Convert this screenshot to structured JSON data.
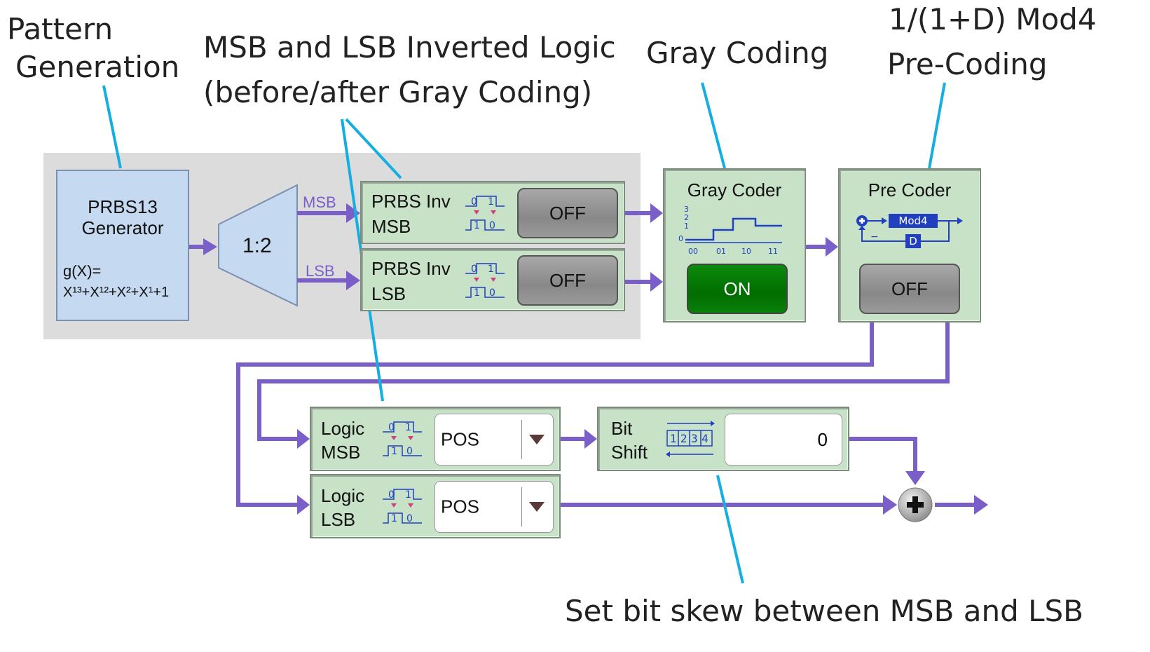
{
  "annotations": {
    "pattern_generation_l1": "Pattern",
    "pattern_generation_l2": "Generation",
    "inverted_logic_l1": "MSB and LSB Inverted Logic",
    "inverted_logic_l2": "(before/after Gray Coding)",
    "gray_coding": "Gray Coding",
    "precoding_l1": "1/(1+D) Mod4",
    "precoding_l2": "Pre-Coding",
    "bit_skew": "Set bit skew between MSB and LSB"
  },
  "generator": {
    "title_l1": "PRBS13",
    "title_l2": "Generator",
    "poly_l1": "g(X)=",
    "poly_l2": "X¹³+X¹²+X²+X¹+1"
  },
  "demux": {
    "label": "1:2",
    "msb_label": "MSB",
    "lsb_label": "LSB"
  },
  "prbs_inv_msb": {
    "label_l1": "PRBS Inv",
    "label_l2": "MSB",
    "button": "OFF"
  },
  "prbs_inv_lsb": {
    "label_l1": "PRBS Inv",
    "label_l2": "LSB",
    "button": "OFF"
  },
  "gray_coder": {
    "title": "Gray Coder",
    "levels": [
      "3",
      "2",
      "1",
      "0"
    ],
    "codes": [
      "00",
      "01",
      "10",
      "11"
    ],
    "button": "ON"
  },
  "pre_coder": {
    "title": "Pre Coder",
    "mod_label": "Mod4",
    "delay_label": "D",
    "minus": "−",
    "button": "OFF"
  },
  "logic_msb": {
    "label_l1": "Logic",
    "label_l2": "MSB",
    "value": "POS"
  },
  "logic_lsb": {
    "label_l1": "Logic",
    "label_l2": "LSB",
    "value": "POS"
  },
  "bit_shift": {
    "label_l1": "Bit",
    "label_l2": "Shift",
    "digits": "1234",
    "value": "0"
  },
  "colors": {
    "wire": "#7b5fc9",
    "callout": "#15aee0",
    "block_green": "#c8e2c8",
    "block_blue": "#c5d9f1",
    "on_green": "#007a00"
  },
  "icons": {
    "summer": "plus-circle-icon",
    "invert": "bit-invert-icon",
    "dropdown": "triangle-down-icon"
  }
}
